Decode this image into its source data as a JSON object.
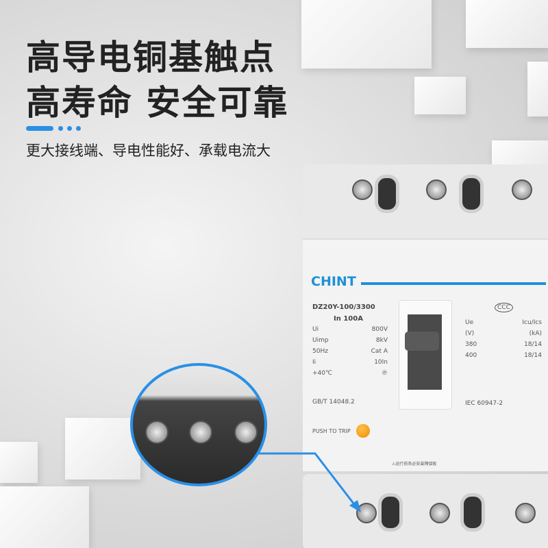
{
  "headline": {
    "line1": "高导电铜基触点",
    "line2": "高寿命 安全可靠"
  },
  "subtitle": "更大接线端、导电性能好、承载电流大",
  "accent_color": "#2a8fe6",
  "product": {
    "brand": "CHINT",
    "model": "DZ20Y-100/3300",
    "rating": "In  100A",
    "left_specs": [
      [
        "Ui",
        "800V"
      ],
      [
        "Uimp",
        "8kV"
      ],
      [
        "50Hz",
        "Cat A"
      ],
      [
        "Ii",
        "10In"
      ],
      [
        "+40℃",
        "℗"
      ]
    ],
    "standard_left": "GB/T 14048.2",
    "right_header": [
      [
        "Ue",
        "Icu/Ics"
      ],
      [
        "(V)",
        "(kA)"
      ]
    ],
    "right_rows": [
      [
        "380",
        "18/14"
      ],
      [
        "400",
        "18/14"
      ]
    ],
    "standard_right": "IEC 60947-2",
    "push_to_trip": "PUSH TO TRIP",
    "warning": "⚠运行前务必安装隔弧板",
    "ccc_mark": "CCC"
  }
}
